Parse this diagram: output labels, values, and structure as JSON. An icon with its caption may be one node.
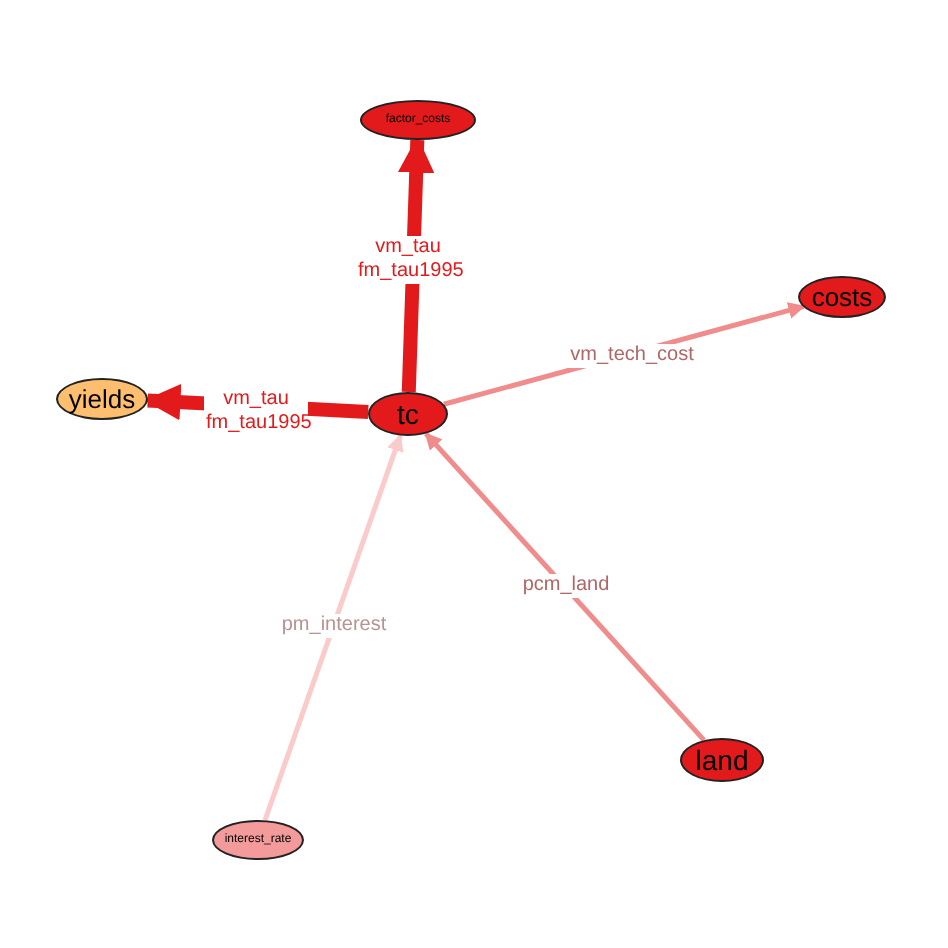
{
  "diagram": {
    "nodes": [
      {
        "text": [
          "factor_costs"
        ]
      },
      {
        "text": [
          "costs"
        ]
      },
      {
        "text": [
          "yields"
        ]
      },
      {
        "text": [
          "tc"
        ]
      },
      {
        "text": [
          "land"
        ]
      },
      {
        "text": [
          "interest_rate"
        ]
      }
    ],
    "edges": [
      {
        "from": 3,
        "to": 0,
        "arrow": "to",
        "label": "vm_tau fm_tau1995",
        "style": "thick"
      },
      {
        "from": 3,
        "to": 2,
        "arrow": "to",
        "label": "vm_tau fm_tau1995",
        "style": "thick"
      },
      {
        "from": 3,
        "to": 1,
        "arrow": "to",
        "label": "vm_tech_cost",
        "color": "#f08c8c"
      },
      {
        "from": 4,
        "to": 3,
        "arrow": "to",
        "label": "pcm_land",
        "color": "#f08c8c"
      },
      {
        "from": 5,
        "to": 3,
        "arrow": "to",
        "label": "pm_interest",
        "color": "#fbcaca"
      }
    ]
  }
}
